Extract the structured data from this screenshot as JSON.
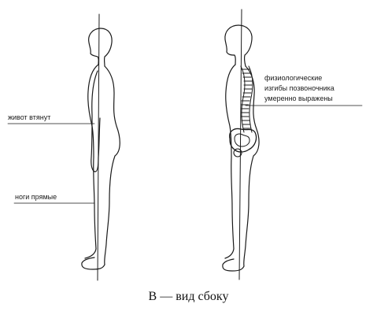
{
  "labels": {
    "belly": "живот втянут",
    "legs": "ноги прямые",
    "spine_line1": "физиологические",
    "spine_line2": "изгибы позвоночника",
    "spine_line3": "умеренно выражены"
  },
  "caption": "В — вид сбоку",
  "colors": {
    "ink": "#1a1a1a",
    "background": "#ffffff"
  }
}
